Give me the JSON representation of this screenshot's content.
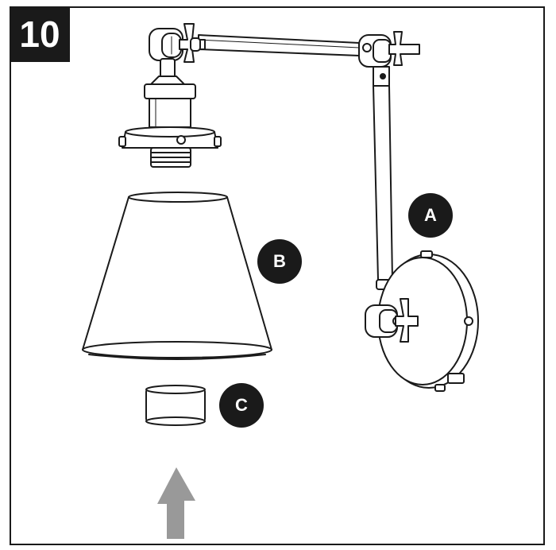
{
  "step": {
    "number": "10"
  },
  "labels": {
    "a": "A",
    "b": "B",
    "c": "C"
  },
  "colors": {
    "ink": "#1a1a1a",
    "arrow": "#999999",
    "fill": "#ffffff"
  },
  "icons": {
    "arrow": "up-arrow-icon"
  }
}
